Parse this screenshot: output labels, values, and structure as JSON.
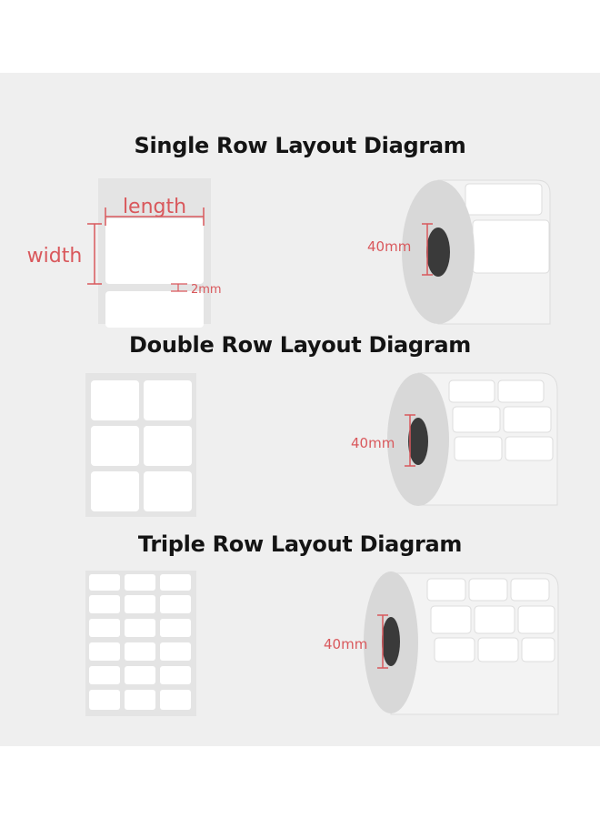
{
  "sections": {
    "single": {
      "title": "Single Row Layout Diagram",
      "rows": 1
    },
    "double": {
      "title": "Double Row Layout Diagram",
      "rows": 2
    },
    "triple": {
      "title": "Triple Row Layout Diagram",
      "rows": 3
    }
  },
  "labels": {
    "length": "length",
    "width": "width",
    "gap": "2mm",
    "core_diameter": "40mm"
  },
  "colors": {
    "panel_bg": "#efefef",
    "label_fill": "#ffffff",
    "liner": "#e4e4e4",
    "roll_side": "#d8d8d8",
    "core": "#3a3a3a",
    "dimension_red": "#d9585c",
    "title_text": "#141414"
  }
}
